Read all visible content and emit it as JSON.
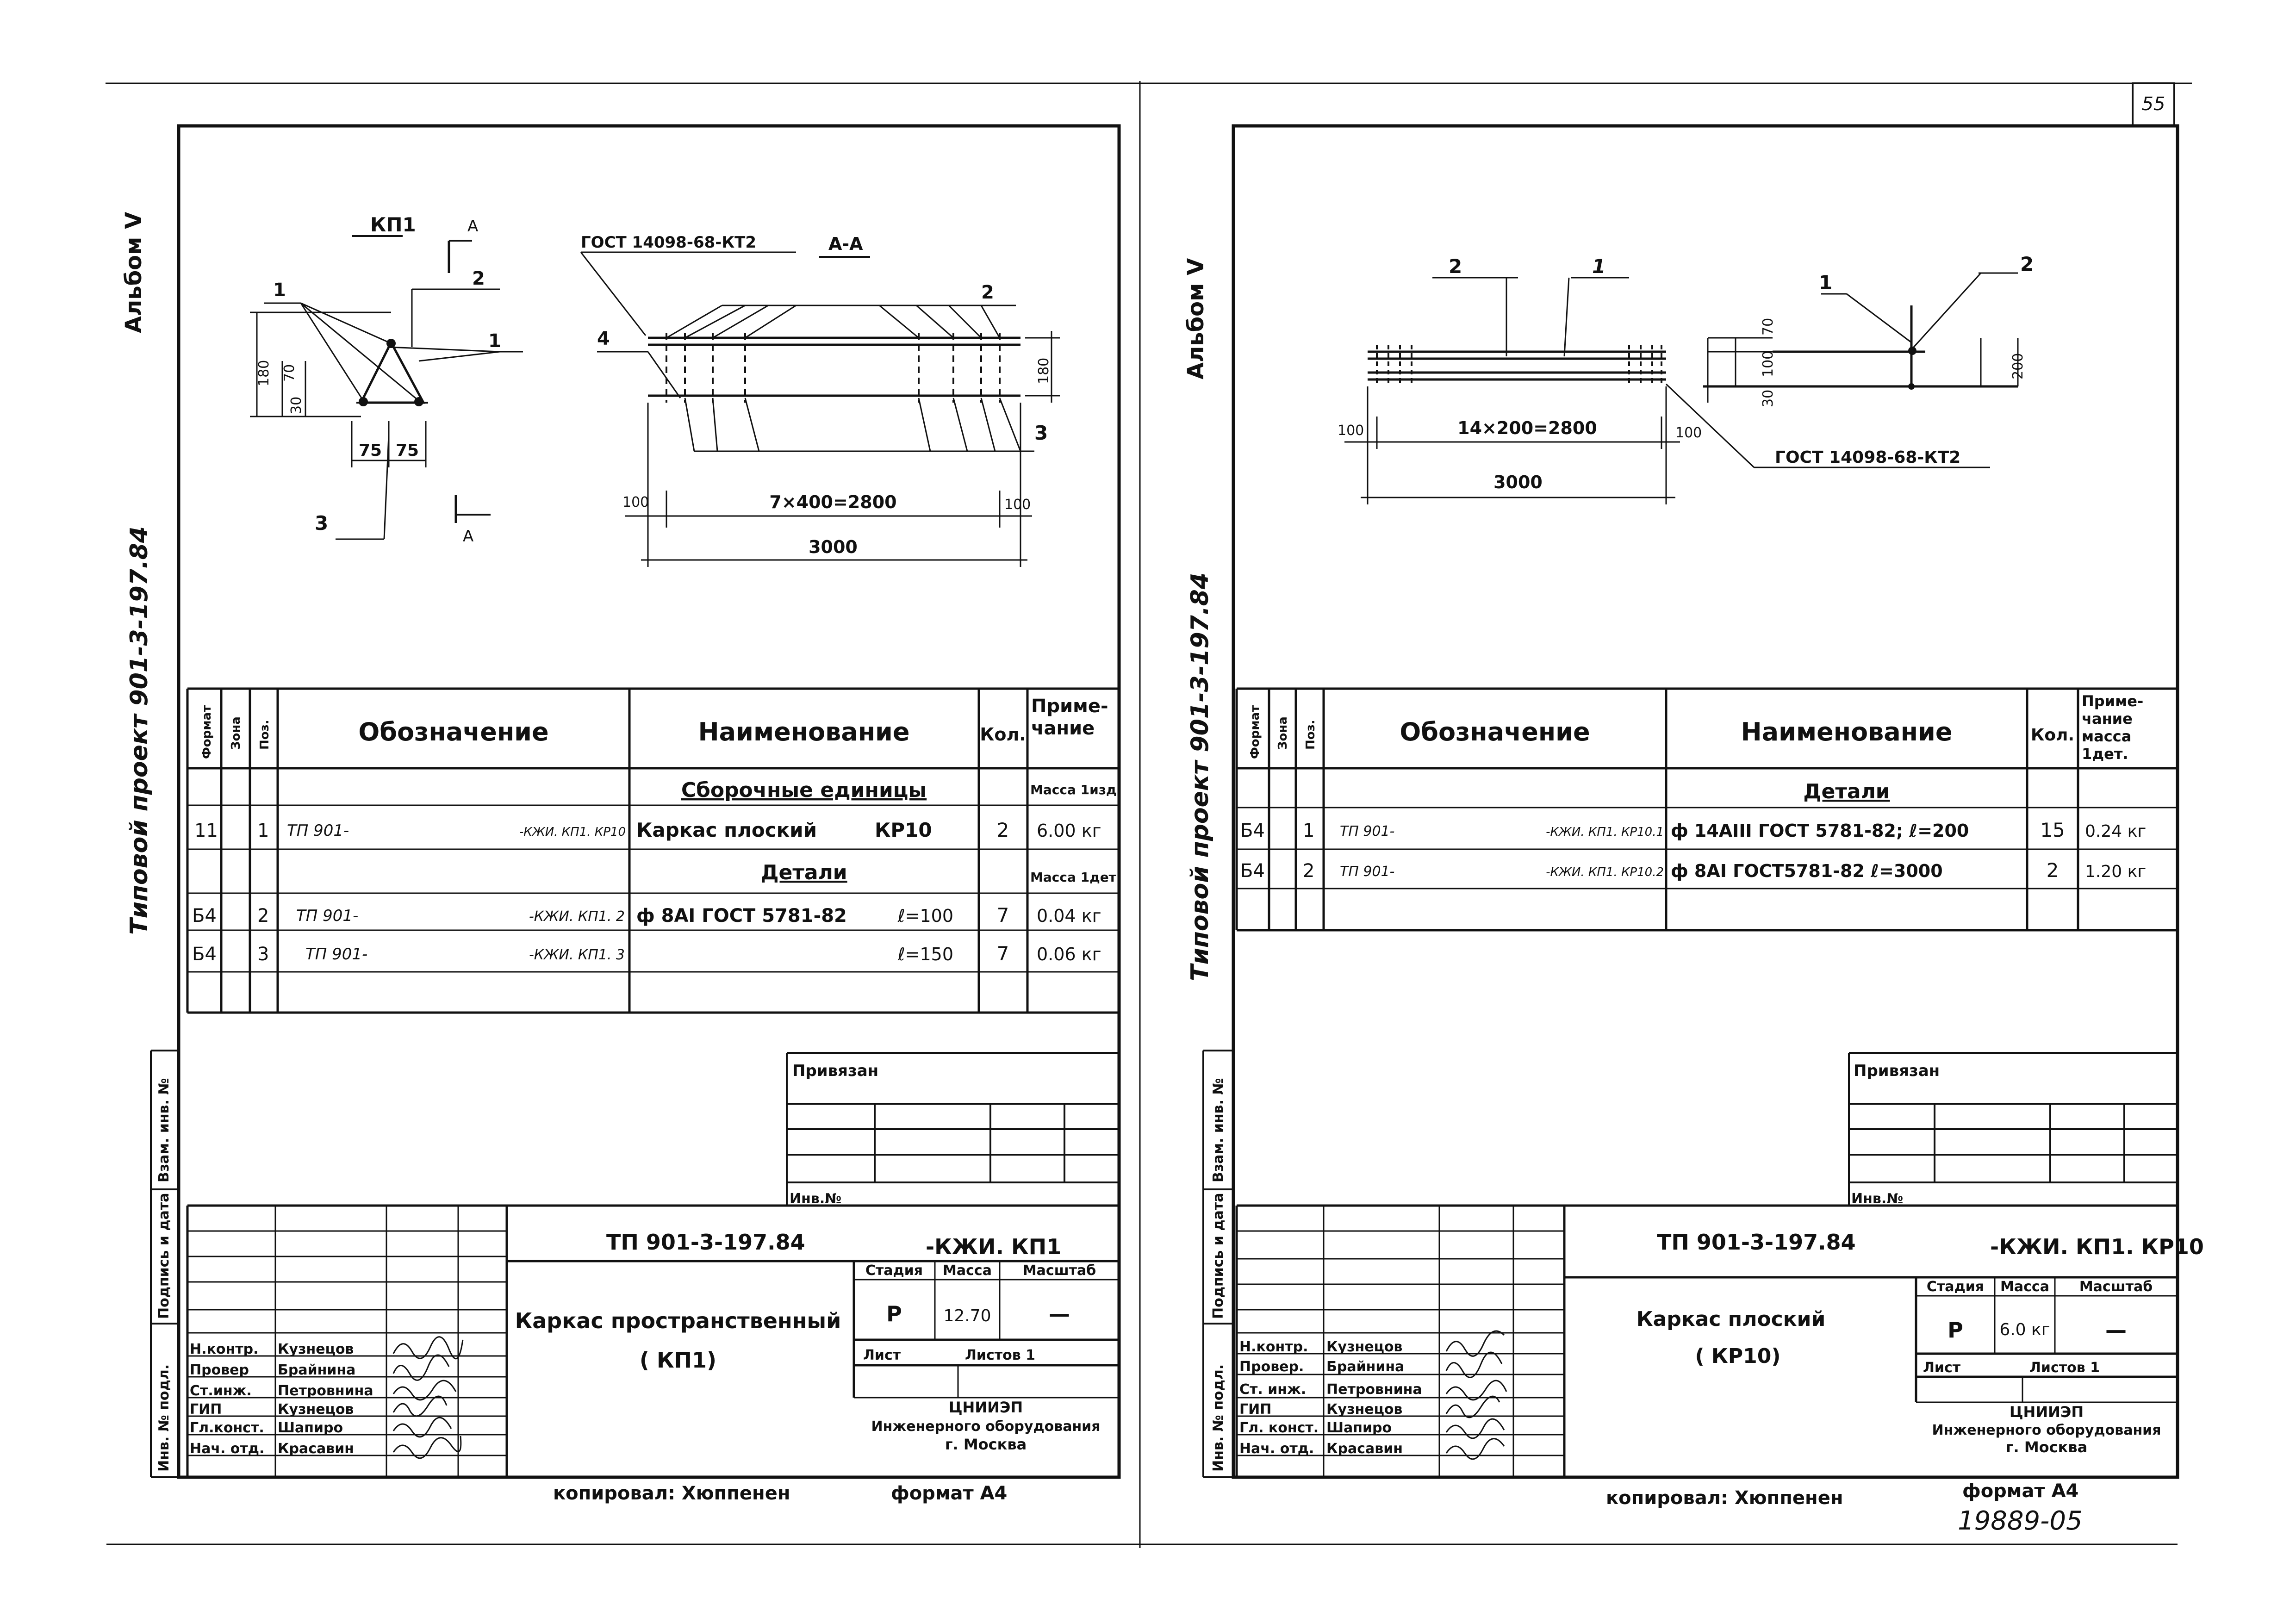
{
  "sheet_number": "55",
  "copied_by": "копировал: Хюппенен",
  "format_label": "формат А4",
  "archive_number": "19889-05",
  "left": {
    "album": "Альбом V",
    "project_vertical": "Типовой проект 901-3-197.84",
    "drawing": {
      "view_label": "КП1",
      "section_label": "А-А",
      "section_letter": "А",
      "weld_note": "ГОСТ 14098-68-КТ2",
      "callout_1": "1",
      "callout_2": "2",
      "callout_3": "3",
      "callout_4": "4",
      "dim_180": "180",
      "dim_70": "70",
      "dim_30": "30",
      "dim_75a": "75",
      "dim_75b": "75",
      "dim_100a": "100",
      "dim_100b": "100",
      "dim_spacing": "7×400=2800",
      "dim_total": "3000",
      "dim_180_right": "180"
    },
    "spec": {
      "headers": {
        "format": "Формат",
        "zone": "Зона",
        "pos": "Поз.",
        "designation": "Обозначение",
        "name": "Наименование",
        "qty": "Кол.",
        "note": "Приме-чание"
      },
      "rows": [
        {
          "format": "",
          "pos": "",
          "designation_a": "",
          "designation_b": "",
          "name": "Сборочные единицы",
          "name_b": "",
          "qty": "",
          "note": "Масса 1изд"
        },
        {
          "format": "11",
          "pos": "1",
          "designation_a": "ТП 901-",
          "designation_b": "-КЖИ. КП1. КР10",
          "name": "Каркас плоский",
          "name_b": "КР10",
          "qty": "2",
          "note": "6.00 кг"
        },
        {
          "format": "",
          "pos": "",
          "designation_a": "",
          "designation_b": "",
          "name": "Детали",
          "name_b": "",
          "qty": "",
          "note": "Масса 1дет"
        },
        {
          "format": "Б4",
          "pos": "2",
          "designation_a": "ТП 901-",
          "designation_b": "-КЖИ. КП1. 2",
          "name": "ф 8АI ГОСТ 5781-82",
          "name_b": "ℓ=100",
          "qty": "7",
          "note": "0.04 кг"
        },
        {
          "format": "Б4",
          "pos": "3",
          "designation_a": "ТП 901-",
          "designation_b": "-КЖИ. КП1. 3",
          "name": "",
          "name_b": "ℓ=150",
          "qty": "7",
          "note": "0.06 кг"
        }
      ]
    },
    "side_labels": {
      "inv_podl": "Инв. № подл.",
      "podpis": "Подпись и дата",
      "vzam": "Взам. инв. №"
    },
    "privyazan": "Привязан",
    "inv_no": "Инв.№",
    "title_block": {
      "code": "ТП 901-3-197.84",
      "code_suffix": "-КЖИ. КП1",
      "title_line1": "Каркас пространственный",
      "title_line2": "( КП1)",
      "stage_label": "Стадия",
      "mass_label": "Масса",
      "scale_label": "Масштаб",
      "stage": "Р",
      "mass": "12.70",
      "scale": "—",
      "sheet_label": "Лист",
      "sheets_label": "Листов 1",
      "org1": "ЦНИИЭП",
      "org2": "Инженерного оборудования",
      "org3": "г. Москва",
      "people": [
        {
          "role": "Н.контр.",
          "name": "Кузнецов"
        },
        {
          "role": "Провер",
          "name": "Брайнина"
        },
        {
          "role": "Ст.инж.",
          "name": "Петровнина"
        },
        {
          "role": "ГИП",
          "name": "Кузнецов"
        },
        {
          "role": "Гл.конст.",
          "name": "Шапиро"
        },
        {
          "role": "Нач. отд.",
          "name": "Красавин"
        }
      ]
    }
  },
  "right": {
    "album": "Альбом V",
    "project_vertical": "Типовой проект 901-3-197.84",
    "drawing": {
      "callout_1": "1",
      "callout_2": "2",
      "callout_1b": "1",
      "callout_2b": "2",
      "dim_70": "70",
      "dim_100": "100",
      "dim_30": "30",
      "dim_200": "200",
      "dim_100a": "100",
      "dim_100b": "100",
      "dim_spacing": "14×200=2800",
      "dim_total": "3000",
      "weld_note": "ГОСТ 14098-68-КТ2"
    },
    "spec": {
      "headers": {
        "format": "Формат",
        "zone": "Зона",
        "pos": "Поз.",
        "designation": "Обозначение",
        "name": "Наименование",
        "qty": "Кол.",
        "note": "Приме-чание масса 1дет."
      },
      "rows": [
        {
          "format": "",
          "pos": "",
          "designation_a": "",
          "designation_b": "",
          "name": "Детали",
          "qty": "",
          "note": ""
        },
        {
          "format": "Б4",
          "pos": "1",
          "designation_a": "ТП 901-",
          "designation_b": "-КЖИ. КП1. КР10.1",
          "name": "ф 14АIII ГОСТ 5781-82; ℓ=200",
          "qty": "15",
          "note": "0.24 кг"
        },
        {
          "format": "Б4",
          "pos": "2",
          "designation_a": "ТП 901-",
          "designation_b": "-КЖИ. КП1. КР10.2",
          "name": "ф 8АI ГОСТ5781-82 ℓ=3000",
          "qty": "2",
          "note": "1.20 кг"
        }
      ]
    },
    "side_labels": {
      "inv_podl": "Инв. № подл.",
      "podpis": "Подпись и дата",
      "vzam": "Взам. инв. №"
    },
    "privyazan": "Привязан",
    "inv_no": "Инв.№",
    "title_block": {
      "code": "ТП 901-3-197.84",
      "code_suffix": "-КЖИ. КП1. КР10",
      "title_line1": "Каркас плоский",
      "title_line2": "( КР10)",
      "stage_label": "Стадия",
      "mass_label": "Масса",
      "scale_label": "Масштаб",
      "stage": "Р",
      "mass": "6.0 кг",
      "scale": "—",
      "sheet_label": "Лист",
      "sheets_label": "Листов 1",
      "org1": "ЦНИИЭП",
      "org2": "Инженерного оборудования",
      "org3": "г. Москва",
      "people": [
        {
          "role": "Н.контр.",
          "name": "Кузнецов"
        },
        {
          "role": "Провер.",
          "name": "Брайнина"
        },
        {
          "role": "Ст. инж.",
          "name": "Петровнина"
        },
        {
          "role": "ГИП",
          "name": "Кузнецов"
        },
        {
          "role": "Гл. конст.",
          "name": "Шапиро"
        },
        {
          "role": "Нач. отд.",
          "name": "Красавин"
        }
      ]
    }
  }
}
